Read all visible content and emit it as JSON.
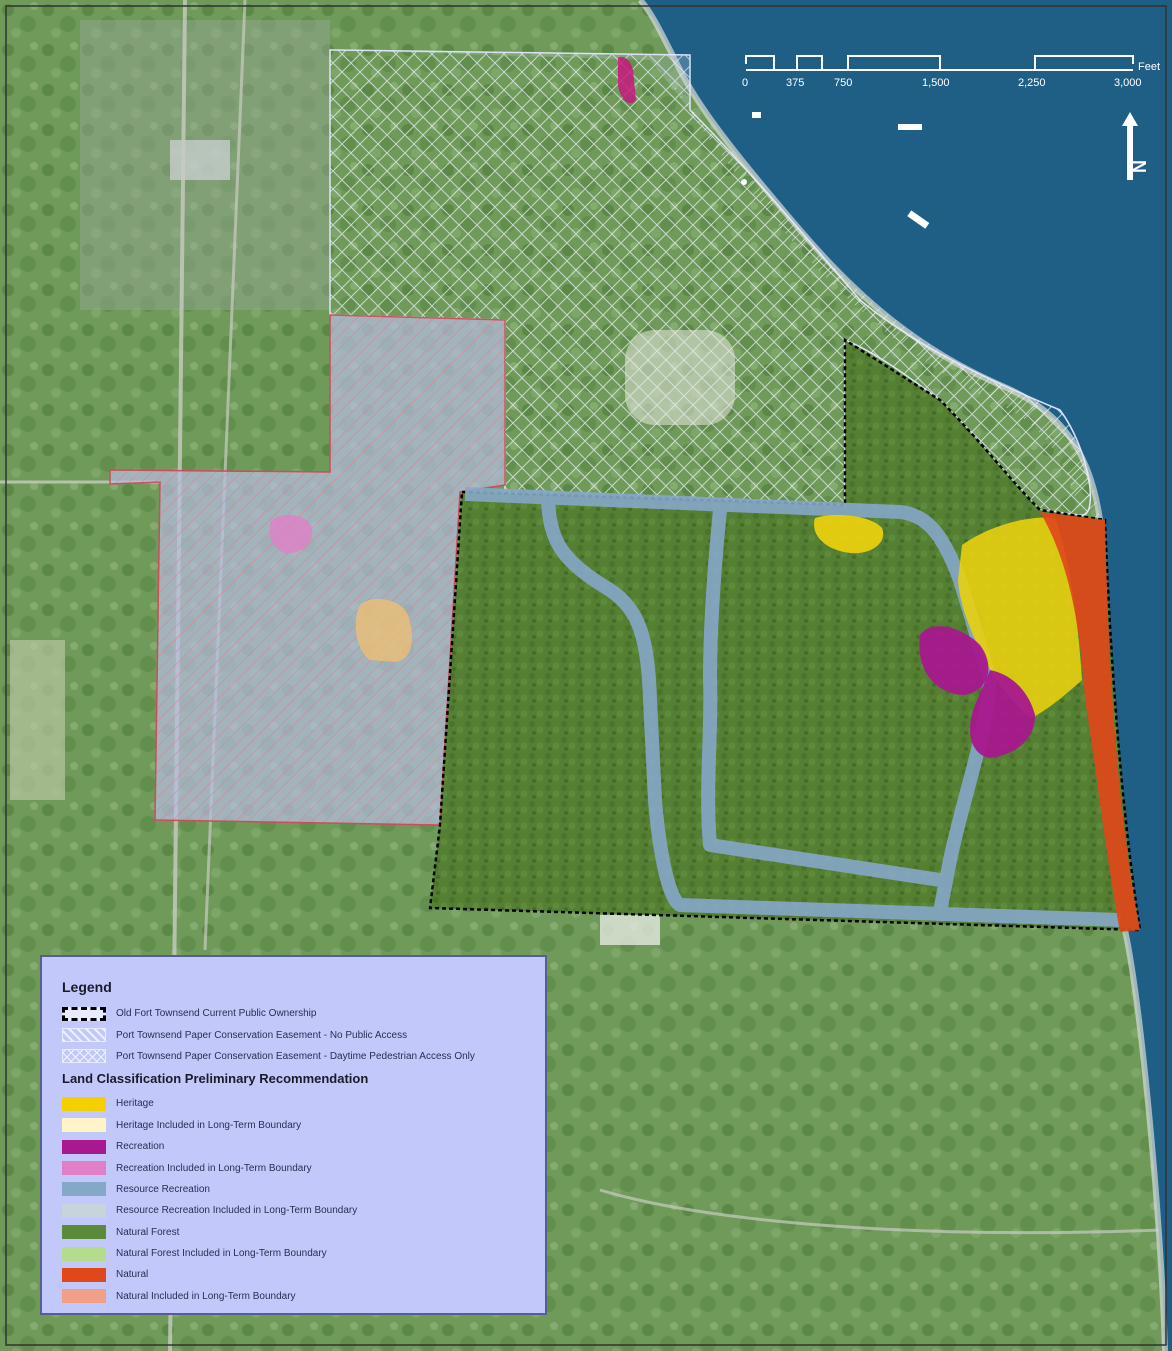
{
  "scale_bar": {
    "unit": "Feet",
    "ticks": [
      "0",
      "375",
      "750",
      "1,500",
      "2,250",
      "3,000"
    ]
  },
  "north_arrow": {
    "letter": "N",
    "icon": "north-arrow-icon"
  },
  "colors": {
    "heritage": "#f5d000",
    "heritage_ltb": "#fff4c8",
    "recreation": "#a8188e",
    "recreation_ltb": "#e080c8",
    "resource_recreation": "#86a8c8",
    "resource_recreation_ltb": "#c8d4dc",
    "natural_forest": "#5b8a3a",
    "natural_forest_ltb": "#b4dc8c",
    "natural": "#e0481a",
    "natural_ltb": "#f0a088",
    "water": "#1f5f85",
    "legend_bg": "#c3c8fb"
  },
  "legend": {
    "title": "Legend",
    "ownership": [
      {
        "label": "Old Fort Townsend Current Public Ownership",
        "style": "dash"
      },
      {
        "label": "Port Townsend Paper Conservation Easement - No Public Access",
        "style": "hatch"
      },
      {
        "label": "Port Townsend Paper Conservation Easement - Daytime Pedestrian Access Only",
        "style": "cross"
      }
    ],
    "section_title": "Land Classification Preliminary Recommendation",
    "classes": [
      {
        "label": "Heritage",
        "color": "#f5d000"
      },
      {
        "label": "Heritage Included in Long-Term Boundary",
        "color": "#fff4c8"
      },
      {
        "label": "Recreation",
        "color": "#a8188e"
      },
      {
        "label": "Recreation Included in Long-Term Boundary",
        "color": "#e080c8"
      },
      {
        "label": "Resource Recreation",
        "color": "#86a8c8"
      },
      {
        "label": "Resource Recreation Included in Long-Term Boundary",
        "color": "#c8d4dc"
      },
      {
        "label": "Natural Forest",
        "color": "#5b8a3a"
      },
      {
        "label": "Natural Forest Included in Long-Term Boundary",
        "color": "#b4dc8c"
      },
      {
        "label": "Natural",
        "color": "#e0481a"
      },
      {
        "label": "Natural Included in Long-Term Boundary",
        "color": "#f0a088"
      }
    ]
  }
}
